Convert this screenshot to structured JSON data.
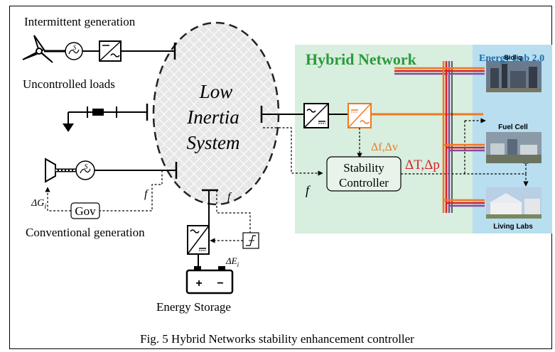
{
  "labels": {
    "intermittent": "Intermittent generation",
    "uncontrolled": "Uncontrolled loads",
    "conventional": "Conventional generation",
    "storage": "Energy Storage",
    "low_inertia_1": "Low",
    "low_inertia_2": "Inertia",
    "low_inertia_3": "System",
    "hybrid_network": "Hybrid Network",
    "energy_lab": "Energy Lab 2.0",
    "bioliq": "Bioliq",
    "fuel_cell": "Fuel Cell",
    "living_labs": "Living Labs",
    "stability_1": "Stability",
    "stability_2": "Controller",
    "gov": "Gov",
    "f": "f",
    "delta_g": "ΔG",
    "delta_g_sub": "i",
    "delta_e": "ΔE",
    "delta_e_sub": "i",
    "delta_f_v": "Δf,Δv",
    "delta_t_p": "ΔT,Δp",
    "gen_symbol": "S",
    "battery_plus": "+",
    "battery_minus": "−",
    "caption": "Fig. 5 Hybrid Networks stability enhancement controller"
  },
  "colors": {
    "hybrid_bg": "#d8eede",
    "lab_bg": "#b8def0",
    "hybrid_title": "#2a9a3a",
    "lab_title": "#1a6aa8",
    "orange": "#f07820",
    "red": "#d8202a",
    "purple": "#8a4a9a",
    "ellipse_fill": "#e4e4e4"
  }
}
